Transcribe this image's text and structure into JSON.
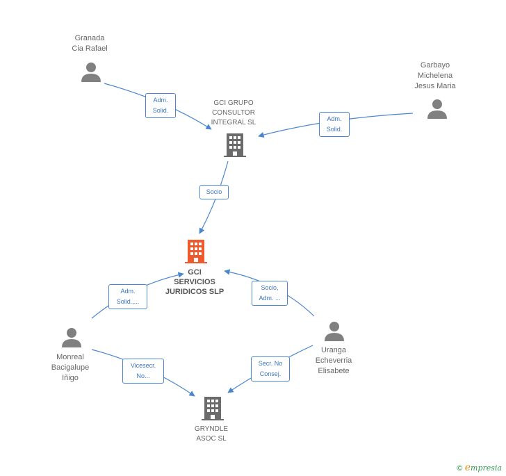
{
  "persons": {
    "granada": [
      "Granada",
      "Cia Rafael"
    ],
    "garbayo": [
      "Garbayo",
      "Michelena",
      "Jesus Maria"
    ],
    "monreal": [
      "Monreal",
      "Bacigalupe",
      "Iñigo"
    ],
    "uranga": [
      "Uranga",
      "Echeverria",
      "Elisabete"
    ]
  },
  "companies": {
    "gci_grupo": [
      "GCI GRUPO",
      "CONSULTOR",
      "INTEGRAL SL"
    ],
    "gci_servicios": [
      "GCI",
      "SERVICIOS",
      "JURIDICOS SLP"
    ],
    "gryndle": [
      "GRYNDLE",
      "ASOC SL"
    ]
  },
  "edges": {
    "granada_grupo": [
      "Adm.",
      "Solid."
    ],
    "garbayo_grupo": [
      "Adm.",
      "Solid."
    ],
    "grupo_servicios": [
      "Socio"
    ],
    "monreal_servicios": [
      "Adm.",
      "Solid.,..."
    ],
    "uranga_servicios": [
      "Socio,",
      "Adm. ..."
    ],
    "monreal_gryndle": [
      "Vicesecr.",
      "No..."
    ],
    "uranga_gryndle": [
      "Secr.  No",
      "Consej."
    ]
  },
  "footer": {
    "copyright": "©",
    "brand_e": "e",
    "brand_rest": "mpresia"
  },
  "colors": {
    "edge": "#4a86d0",
    "person_icon": "#808080",
    "company_icon": "#6b6b6b",
    "focus_company": "#ee5a2e"
  },
  "icons": {
    "person": "person-icon",
    "company": "building-icon"
  }
}
